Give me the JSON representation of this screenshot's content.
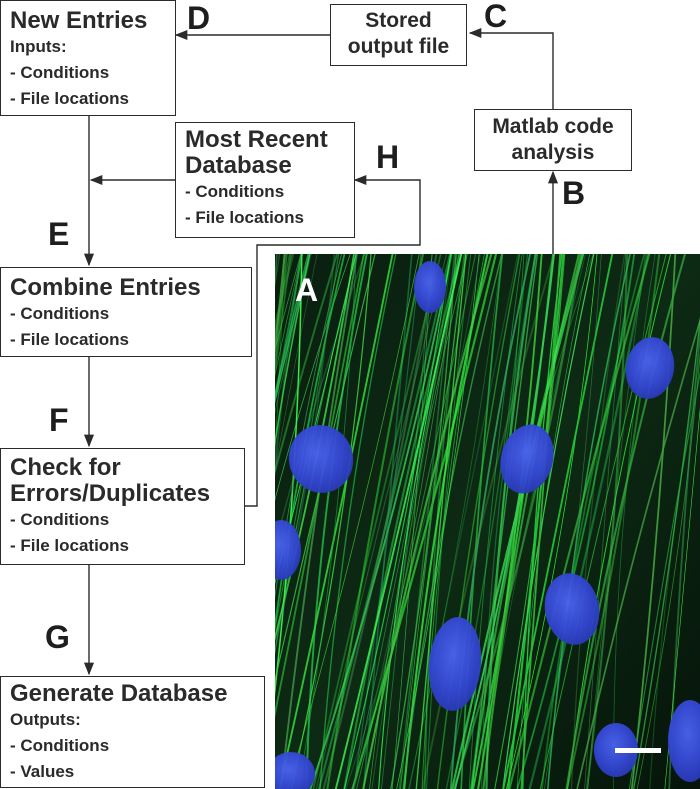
{
  "labels": {
    "A": "A",
    "B": "B",
    "C": "C",
    "D": "D",
    "E": "E",
    "F": "F",
    "G": "G",
    "H": "H"
  },
  "new_entries": {
    "title": "New Entries",
    "subtitle": "Inputs:",
    "lines": [
      "- Conditions",
      "- File locations"
    ]
  },
  "stored_output": {
    "lines": [
      "Stored",
      "output file"
    ]
  },
  "matlab": {
    "lines": [
      "Matlab code",
      "analysis"
    ]
  },
  "recent_db": {
    "title_lines": [
      "Most Recent",
      "Database"
    ],
    "lines": [
      "- Conditions",
      "- File locations"
    ]
  },
  "combine": {
    "title": "Combine Entries",
    "lines": [
      "- Conditions",
      "- File locations"
    ]
  },
  "check": {
    "title_lines": [
      "Check for",
      "Errors/Duplicates"
    ],
    "lines": [
      "- Conditions",
      "- File locations"
    ]
  },
  "generate": {
    "title": "Generate Database",
    "subtitle": "Outputs:",
    "lines": [
      "- Conditions",
      "- Values"
    ]
  },
  "colors": {
    "line": "#2b2b2b",
    "actin": "#2fbf4a",
    "nucleus": "#3a4fd8",
    "background": "#050a05"
  }
}
